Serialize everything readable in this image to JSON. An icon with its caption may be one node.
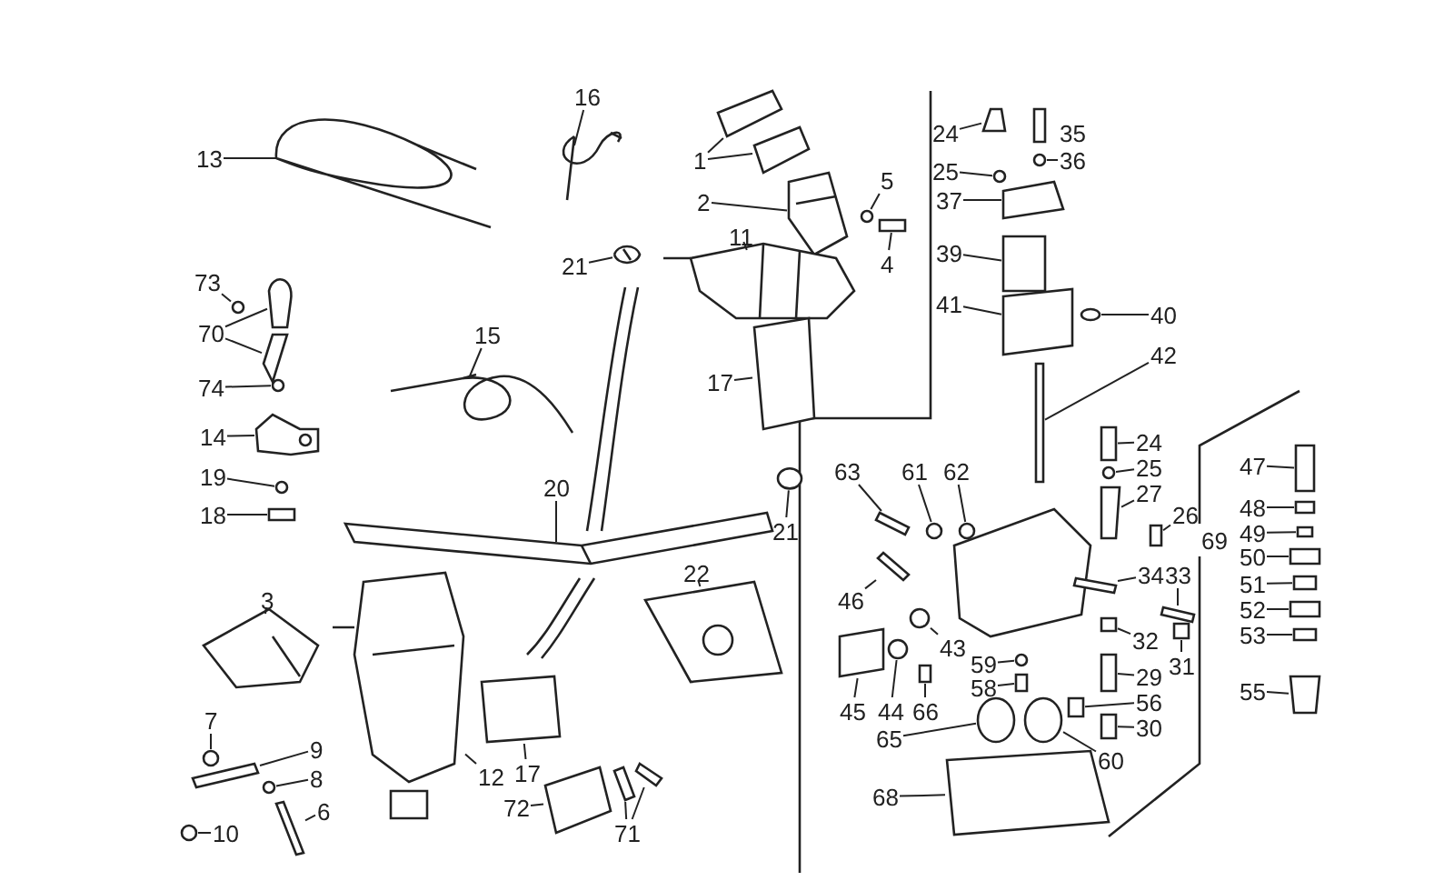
{
  "diagram": {
    "nodes": [
      {
        "text": [
          "13"
        ]
      },
      {
        "text": [
          "16"
        ]
      },
      {
        "text": [
          "1"
        ]
      },
      {
        "text": [
          "2"
        ]
      },
      {
        "text": [
          "5"
        ]
      },
      {
        "text": [
          "4"
        ]
      },
      {
        "text": [
          "11"
        ]
      },
      {
        "text": [
          "21"
        ]
      },
      {
        "text": [
          "73"
        ]
      },
      {
        "text": [
          "70"
        ]
      },
      {
        "text": [
          "74"
        ]
      },
      {
        "text": [
          "15"
        ]
      },
      {
        "text": [
          "17"
        ]
      },
      {
        "text": [
          "14"
        ]
      },
      {
        "text": [
          "19"
        ]
      },
      {
        "text": [
          "18"
        ]
      },
      {
        "text": [
          "20"
        ]
      },
      {
        "text": [
          "21"
        ]
      },
      {
        "text": [
          "22"
        ]
      },
      {
        "text": [
          "3"
        ]
      },
      {
        "text": [
          "7"
        ]
      },
      {
        "text": [
          "9"
        ]
      },
      {
        "text": [
          "8"
        ]
      },
      {
        "text": [
          "10"
        ]
      },
      {
        "text": [
          "6"
        ]
      },
      {
        "text": [
          "12"
        ]
      },
      {
        "text": [
          "17"
        ]
      },
      {
        "text": [
          "72"
        ]
      },
      {
        "text": [
          "71"
        ]
      },
      {
        "text": [
          "24"
        ]
      },
      {
        "text": [
          "35"
        ]
      },
      {
        "text": [
          "25"
        ]
      },
      {
        "text": [
          "36"
        ]
      },
      {
        "text": [
          "37"
        ]
      },
      {
        "text": [
          "39"
        ]
      },
      {
        "text": [
          "41"
        ]
      },
      {
        "text": [
          "40"
        ]
      },
      {
        "text": [
          "42"
        ]
      },
      {
        "text": [
          "63"
        ]
      },
      {
        "text": [
          "61"
        ]
      },
      {
        "text": [
          "62"
        ]
      },
      {
        "text": [
          "24"
        ]
      },
      {
        "text": [
          "25"
        ]
      },
      {
        "text": [
          "27"
        ]
      },
      {
        "text": [
          "26"
        ]
      },
      {
        "text": [
          "69"
        ]
      },
      {
        "text": [
          "34"
        ]
      },
      {
        "text": [
          "33"
        ]
      },
      {
        "text": [
          "46"
        ]
      },
      {
        "text": [
          "32"
        ]
      },
      {
        "text": [
          "31"
        ]
      },
      {
        "text": [
          "43"
        ]
      },
      {
        "text": [
          "59"
        ]
      },
      {
        "text": [
          "29"
        ]
      },
      {
        "text": [
          "58"
        ]
      },
      {
        "text": [
          "56"
        ]
      },
      {
        "text": [
          "45"
        ]
      },
      {
        "text": [
          "44"
        ]
      },
      {
        "text": [
          "66"
        ]
      },
      {
        "text": [
          "30"
        ]
      },
      {
        "text": [
          "65"
        ]
      },
      {
        "text": [
          "60"
        ]
      },
      {
        "text": [
          "68"
        ]
      },
      {
        "text": [
          "47"
        ]
      },
      {
        "text": [
          "48"
        ]
      },
      {
        "text": [
          "49"
        ]
      },
      {
        "text": [
          "50"
        ]
      },
      {
        "text": [
          "51"
        ]
      },
      {
        "text": [
          "52"
        ]
      },
      {
        "text": [
          "53"
        ]
      },
      {
        "text": [
          "55"
        ]
      },
      {
        "text": [],
        "shape": "picture"
      },
      {
        "text": [],
        "shape": "picture"
      },
      {
        "text": [],
        "shape": "box"
      },
      {
        "text": [],
        "shape": "box"
      },
      {
        "text": [],
        "shape": "picture"
      },
      {
        "text": [],
        "shape": "circle"
      },
      {
        "text": [],
        "shape": "box"
      },
      {
        "text": [],
        "shape": "picture"
      },
      {
        "text": [],
        "shape": "picture"
      },
      {
        "text": [],
        "shape": "circle"
      },
      {
        "text": [],
        "shape": "box"
      },
      {
        "text": [],
        "shape": "box"
      },
      {
        "text": [],
        "shape": "circle"
      },
      {
        "text": [],
        "shape": "picture"
      },
      {
        "text": [],
        "shape": "box"
      },
      {
        "text": [],
        "shape": "picture"
      },
      {
        "text": [],
        "shape": "circle"
      },
      {
        "text": [],
        "shape": "box"
      },
      {
        "text": [],
        "shape": "picture"
      },
      {
        "text": [],
        "shape": "circle"
      },
      {
        "text": [],
        "shape": "picture"
      },
      {
        "text": [],
        "shape": "picture"
      },
      {
        "text": [],
        "shape": "circle"
      },
      {
        "text": [],
        "shape": "box"
      },
      {
        "text": [],
        "shape": "circle"
      },
      {
        "text": [],
        "shape": "circle"
      },
      {
        "text": [],
        "shape": "box"
      },
      {
        "text": [],
        "shape": "picture"
      },
      {
        "text": [],
        "shape": "box"
      },
      {
        "text": [],
        "shape": "box"
      },
      {
        "text": [],
        "shape": "box"
      },
      {
        "text": [],
        "shape": "box"
      },
      {
        "text": [],
        "shape": "box"
      },
      {
        "text": [],
        "shape": "circle"
      },
      {
        "text": [],
        "shape": "circle"
      },
      {
        "text": [],
        "shape": "box"
      },
      {
        "text": [],
        "shape": "box"
      },
      {
        "text": [],
        "shape": "box"
      },
      {
        "text": [],
        "shape": "circle"
      },
      {
        "text": [],
        "shape": "box"
      },
      {
        "text": [],
        "shape": "box"
      },
      {
        "text": [],
        "shape": "circle"
      },
      {
        "text": [],
        "shape": "circle"
      },
      {
        "text": [],
        "shape": "box"
      },
      {
        "text": [],
        "shape": "circle"
      },
      {
        "text": [],
        "shape": "box"
      },
      {
        "text": [],
        "shape": "box"
      },
      {
        "text": [],
        "shape": "box"
      },
      {
        "text": [],
        "shape": "box"
      },
      {
        "text": [],
        "shape": "box"
      },
      {
        "text": [],
        "shape": "box"
      },
      {
        "text": [],
        "shape": "box"
      },
      {
        "text": [],
        "shape": "circle"
      },
      {
        "text": [],
        "shape": "circle"
      },
      {
        "text": [],
        "shape": "box"
      },
      {
        "text": [],
        "shape": "box"
      },
      {
        "text": [],
        "shape": "box"
      },
      {
        "text": [],
        "shape": "box"
      },
      {
        "text": [],
        "shape": "circle"
      },
      {
        "text": [],
        "shape": "box"
      },
      {
        "text": [],
        "shape": "box"
      },
      {
        "text": [],
        "shape": "circle"
      },
      {
        "text": [],
        "shape": "circle"
      },
      {
        "text": [],
        "shape": "box"
      },
      {
        "text": [],
        "shape": "box"
      },
      {
        "text": [],
        "shape": "box"
      },
      {
        "text": [],
        "shape": "box"
      },
      {
        "text": [],
        "shape": "box"
      },
      {
        "text": [],
        "shape": "box"
      },
      {
        "text": [],
        "shape": "box"
      },
      {
        "text": [],
        "shape": "box"
      },
      {
        "text": [],
        "shape": "box"
      }
    ],
    "edges": [
      {
        "from": 0,
        "to": 71,
        "arrow": "none"
      },
      {
        "from": 1,
        "to": 72,
        "arrow": "none"
      },
      {
        "from": 2,
        "to": 73,
        "arrow": "none"
      },
      {
        "from": 2,
        "to": 74,
        "arrow": "none"
      },
      {
        "from": 3,
        "to": 75,
        "arrow": "none"
      },
      {
        "from": 4,
        "to": 76,
        "arrow": "none"
      },
      {
        "from": 5,
        "to": 77,
        "arrow": "none"
      },
      {
        "from": 6,
        "to": 78,
        "arrow": "none"
      },
      {
        "from": 7,
        "to": 79,
        "arrow": "none"
      },
      {
        "from": 8,
        "to": 80,
        "arrow": "none"
      },
      {
        "from": 9,
        "to": 81,
        "arrow": "none"
      },
      {
        "from": 9,
        "to": 82,
        "arrow": "none"
      },
      {
        "from": 10,
        "to": 83,
        "arrow": "none"
      },
      {
        "from": 11,
        "to": 84,
        "arrow": "none"
      },
      {
        "from": 12,
        "to": 85,
        "arrow": "none"
      },
      {
        "from": 13,
        "to": 86,
        "arrow": "none"
      },
      {
        "from": 14,
        "to": 87,
        "arrow": "none"
      },
      {
        "from": 15,
        "to": 88,
        "arrow": "none"
      },
      {
        "from": 16,
        "to": 89,
        "arrow": "none"
      },
      {
        "from": 17,
        "to": 90,
        "arrow": "none"
      },
      {
        "from": 18,
        "to": 91,
        "arrow": "none"
      },
      {
        "from": 19,
        "to": 92,
        "arrow": "none"
      },
      {
        "from": 20,
        "to": 93,
        "arrow": "none"
      },
      {
        "from": 21,
        "to": 94,
        "arrow": "none"
      },
      {
        "from": 22,
        "to": 95,
        "arrow": "none"
      },
      {
        "from": 23,
        "to": 96,
        "arrow": "none"
      },
      {
        "from": 24,
        "to": 97,
        "arrow": "none"
      },
      {
        "from": 25,
        "to": 98,
        "arrow": "none"
      },
      {
        "from": 26,
        "to": 99,
        "arrow": "none"
      },
      {
        "from": 27,
        "to": 100,
        "arrow": "none"
      },
      {
        "from": 28,
        "to": 101,
        "arrow": "none"
      },
      {
        "from": 28,
        "to": 102,
        "arrow": "none"
      },
      {
        "from": 29,
        "to": 103,
        "arrow": "none"
      },
      {
        "from": 31,
        "to": 104,
        "arrow": "none"
      },
      {
        "from": 32,
        "to": 105,
        "arrow": "none"
      },
      {
        "from": 33,
        "to": 106,
        "arrow": "none"
      },
      {
        "from": 34,
        "to": 107,
        "arrow": "none"
      },
      {
        "from": 35,
        "to": 108,
        "arrow": "none"
      },
      {
        "from": 36,
        "to": 109,
        "arrow": "none"
      },
      {
        "from": 37,
        "to": 110,
        "arrow": "none"
      },
      {
        "from": 38,
        "to": 111,
        "arrow": "none"
      },
      {
        "from": 39,
        "to": 112,
        "arrow": "none"
      },
      {
        "from": 40,
        "to": 113,
        "arrow": "none"
      },
      {
        "from": 41,
        "to": 114,
        "arrow": "none"
      },
      {
        "from": 42,
        "to": 115,
        "arrow": "none"
      },
      {
        "from": 43,
        "to": 116,
        "arrow": "none"
      },
      {
        "from": 44,
        "to": 117,
        "arrow": "none"
      },
      {
        "from": 46,
        "to": 118,
        "arrow": "none"
      },
      {
        "from": 47,
        "to": 119,
        "arrow": "none"
      },
      {
        "from": 48,
        "to": 120,
        "arrow": "none"
      },
      {
        "from": 49,
        "to": 121,
        "arrow": "none"
      },
      {
        "from": 50,
        "to": 122,
        "arrow": "none"
      },
      {
        "from": 51,
        "to": 123,
        "arrow": "none"
      },
      {
        "from": 52,
        "to": 124,
        "arrow": "none"
      },
      {
        "from": 53,
        "to": 125,
        "arrow": "none"
      },
      {
        "from": 54,
        "to": 126,
        "arrow": "none"
      },
      {
        "from": 55,
        "to": 127,
        "arrow": "none"
      },
      {
        "from": 56,
        "to": 128,
        "arrow": "none"
      },
      {
        "from": 57,
        "to": 129,
        "arrow": "none"
      },
      {
        "from": 58,
        "to": 130,
        "arrow": "none"
      },
      {
        "from": 59,
        "to": 131,
        "arrow": "none"
      },
      {
        "from": 60,
        "to": 132,
        "arrow": "none"
      },
      {
        "from": 61,
        "to": 133,
        "arrow": "none"
      },
      {
        "from": 62,
        "to": 134,
        "arrow": "none"
      },
      {
        "from": 63,
        "to": 135,
        "arrow": "none"
      },
      {
        "from": 64,
        "to": 136,
        "arrow": "none"
      },
      {
        "from": 65,
        "to": 137,
        "arrow": "none"
      },
      {
        "from": 66,
        "to": 138,
        "arrow": "none"
      },
      {
        "from": 67,
        "to": 139,
        "arrow": "none"
      },
      {
        "from": 68,
        "to": 140,
        "arrow": "none"
      },
      {
        "from": 69,
        "to": 141,
        "arrow": "none"
      },
      {
        "from": 70,
        "to": 142,
        "arrow": "none"
      }
    ]
  }
}
